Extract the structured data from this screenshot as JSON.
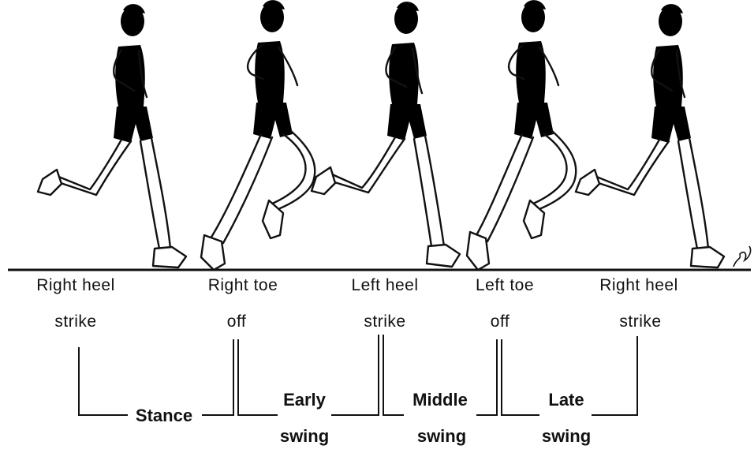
{
  "events": [
    {
      "line1": "Right heel",
      "line2": "strike"
    },
    {
      "line1": "Right toe",
      "line2": "off"
    },
    {
      "line1": "Left heel",
      "line2": "strike"
    },
    {
      "line1": "Left toe",
      "line2": "off"
    },
    {
      "line1": "Right heel",
      "line2": "strike"
    }
  ],
  "phases": [
    {
      "line1": "Stance",
      "line2": ""
    },
    {
      "line1": "Early",
      "line2": "swing"
    },
    {
      "line1": "Middle",
      "line2": "swing"
    },
    {
      "line1": "Late",
      "line2": "swing"
    }
  ],
  "figures": [
    "runner",
    "runner",
    "runner",
    "runner",
    "runner"
  ]
}
